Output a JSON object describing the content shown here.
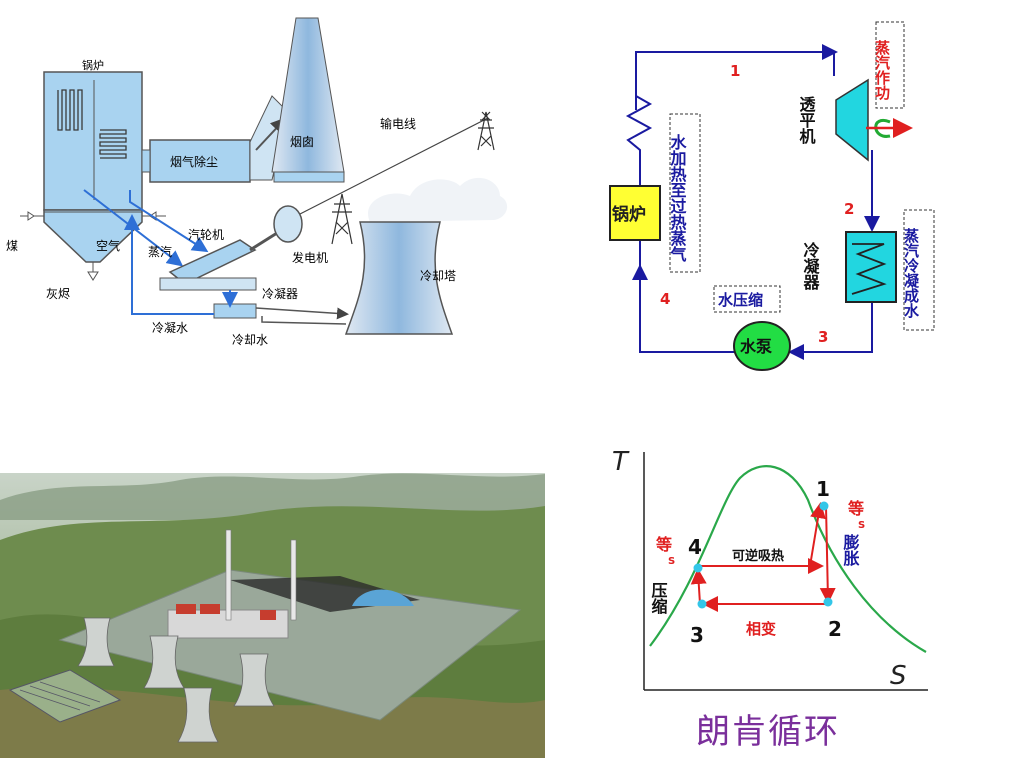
{
  "plant": {
    "boiler": "锅炉",
    "flue_gas": "烟气除尘",
    "chimney": "烟囱",
    "power_line": "输电线",
    "coal": "煤",
    "air": "空气",
    "ash": "灰烬",
    "steam": "蒸汽",
    "turbine": "汽轮机",
    "generator": "发电机",
    "condenser": "冷凝器",
    "cooling_tower": "冷却塔",
    "condensate": "冷凝水",
    "cooling_water": "冷却水"
  },
  "cycle": {
    "n1": "1",
    "n2": "2",
    "n3": "3",
    "n4": "4",
    "turbine_v": "透平机",
    "work": "蒸汽作功",
    "heat": "水加热至过热蒸气",
    "boiler": "锅炉",
    "condenser_v": "冷凝器",
    "condense": "蒸汽冷凝成水",
    "compress": "水压缩",
    "pump": "水泵"
  },
  "ts": {
    "t_axis": "T",
    "s_axis": "S",
    "p1": "1",
    "p2": "2",
    "p3": "3",
    "p4": "4",
    "heat_absorb": "可逆吸热",
    "phase": "相变",
    "eq_s_a": "等",
    "eq_s_a_sub": "S",
    "compress_v": "压缩",
    "eq_s_b": "等",
    "eq_s_b_sub": "S",
    "expand_v": "膨胀"
  },
  "caption": "朗肯循环",
  "colors": {
    "pipe_blue": "#2e6fd6",
    "light_blue": "#a9d3f0",
    "boiler_yellow": "#ffff33",
    "pump_green": "#22dd44",
    "condenser_cyan": "#22d6e0",
    "curve_green": "#2aa84a",
    "red": "#e02020",
    "navy": "#1a1aa0",
    "caption_purple": "#7a2f9b"
  }
}
